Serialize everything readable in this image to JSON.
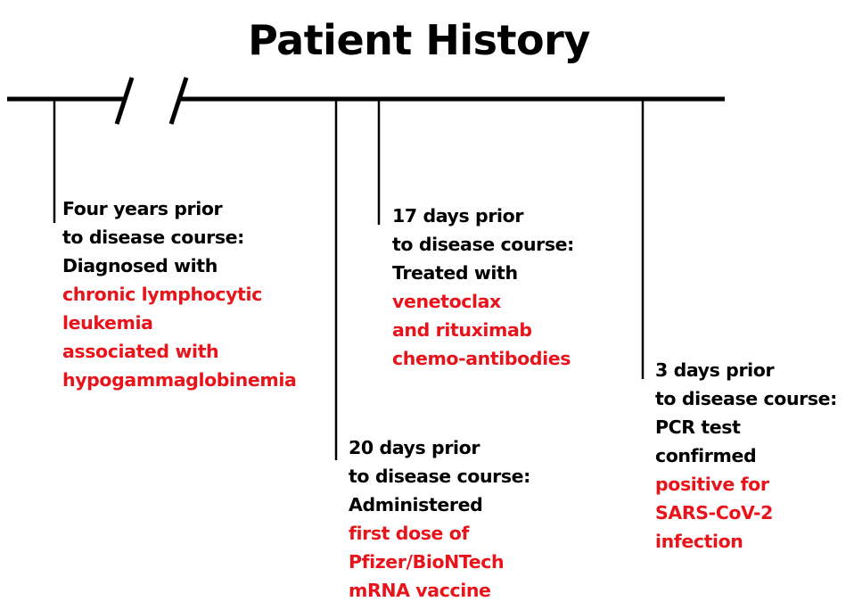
{
  "title": "Patient History",
  "colors": {
    "text": "#000000",
    "highlight": "#e8141b",
    "line": "#000000"
  },
  "events": [
    {
      "id": "four-years",
      "black": [
        "Four years prior",
        "to disease course:",
        "Diagnosed with"
      ],
      "red": [
        "chronic lymphocytic",
        "leukemia",
        "associated with",
        "hypogammaglobinemia"
      ]
    },
    {
      "id": "20-days",
      "black": [
        "20 days prior",
        "to disease course:",
        "Administered"
      ],
      "red": [
        "first dose of",
        "Pfizer/BioNTech",
        "mRNA vaccine"
      ]
    },
    {
      "id": "17-days",
      "black": [
        "17 days prior",
        "to disease course:",
        "Treated with"
      ],
      "red": [
        "venetoclax",
        "and rituximab",
        "chemo-antibodies"
      ]
    },
    {
      "id": "3-days",
      "black": [
        "3 days prior",
        "to disease course:",
        "PCR test",
        "confirmed"
      ],
      "red": [
        "positive for",
        "SARS-CoV-2",
        "infection"
      ]
    }
  ]
}
